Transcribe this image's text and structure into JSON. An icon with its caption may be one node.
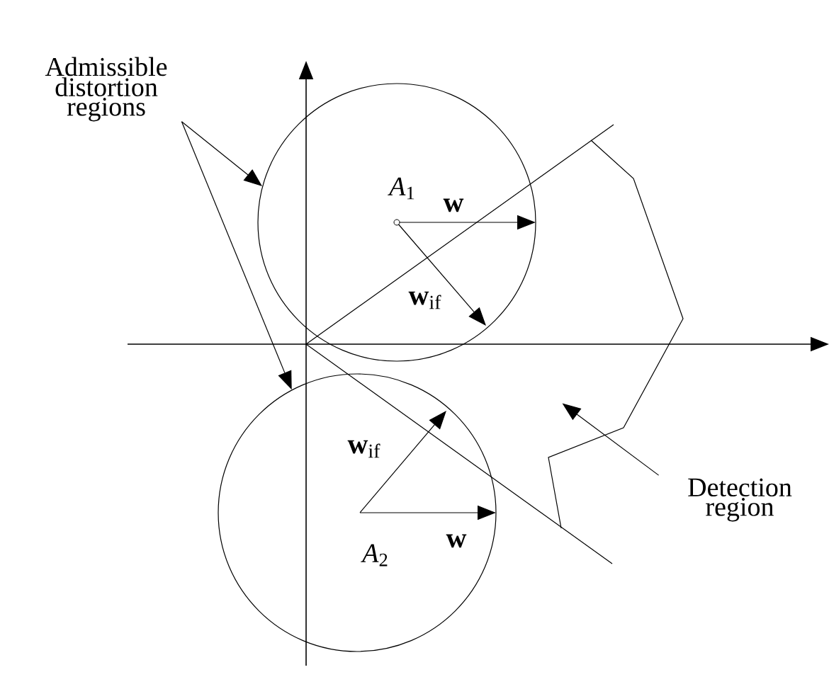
{
  "diagram": {
    "nodes": [
      {
        "text": [
          "Admissible distortion regions"
        ]
      },
      {
        "text": [],
        "shape": "circle"
      },
      {
        "text": [],
        "shape": "circle"
      },
      {
        "text": [
          "Detection region"
        ]
      },
      {
        "text": [],
        "shape": "region"
      }
    ],
    "edges": [
      {
        "from": 0,
        "to": 1,
        "arrow": "to"
      },
      {
        "from": 0,
        "to": 2,
        "arrow": "to"
      },
      {
        "from": 3,
        "to": 4,
        "arrow": "to"
      }
    ],
    "labels": [
      "*A*$_{1}$",
      "**w**",
      "**w**$_{if}$",
      "**w**$_{if}$",
      "*A*$_{2}$",
      "**w**"
    ]
  }
}
